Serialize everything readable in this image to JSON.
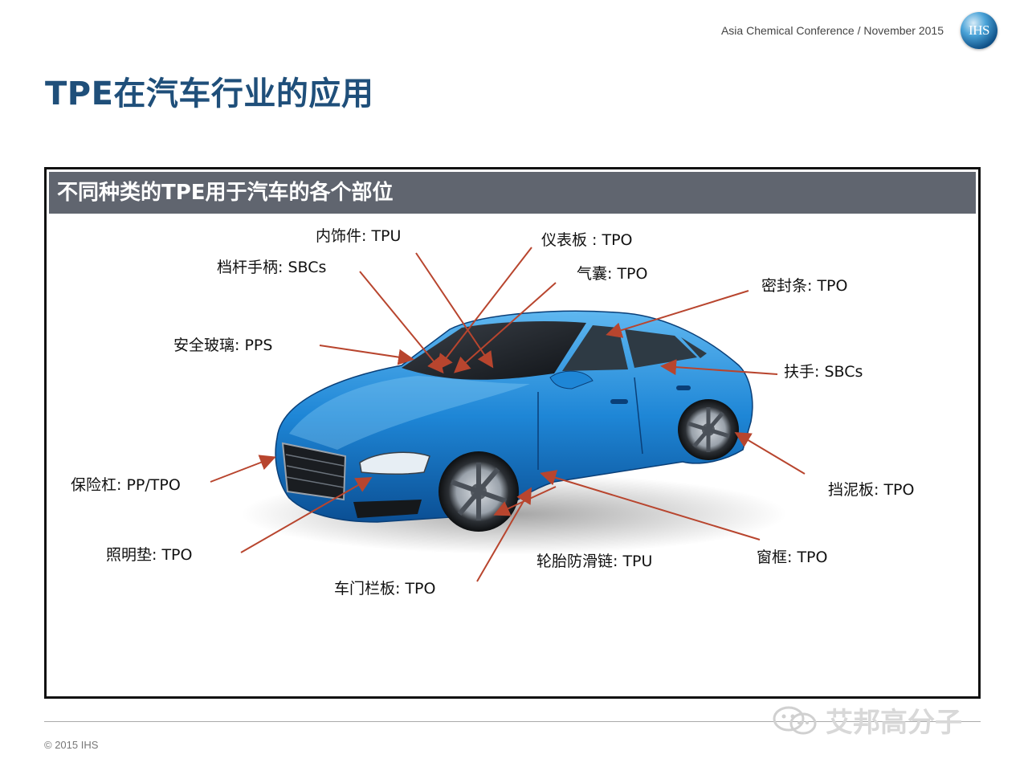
{
  "header": {
    "conference": "Asia Chemical Conference / November 2015",
    "logo_text": "IHS"
  },
  "title": "TPE在汽车行业的应用",
  "panel": {
    "heading": "不同种类的TPE用于汽车的各个部位"
  },
  "labels": {
    "interior": "内饰件: TPU",
    "dashboard": "仪表板 : TPO",
    "gear_handle": "档杆手柄: SBCs",
    "airbag": "气囊: TPO",
    "seal": "密封条:  TPO",
    "safety_glass": "安全玻璃: PPS",
    "handle": "扶手: SBCs",
    "bumper": "保险杠: PP/TPO",
    "fender": "挡泥板: TPO",
    "light_pad": "照明垫: TPO",
    "tire_chain": "轮胎防滑链: TPU",
    "window_frame": "窗框: TPO",
    "door_panel": "车门栏板: TPO"
  },
  "footer": {
    "copyright": "© 2015 IHS",
    "watermark": "艾邦高分子"
  },
  "colors": {
    "title": "#1f4f7a",
    "panel_header": "#60656f",
    "arrow": "#b8452e",
    "car_body": "#1e86d6"
  }
}
